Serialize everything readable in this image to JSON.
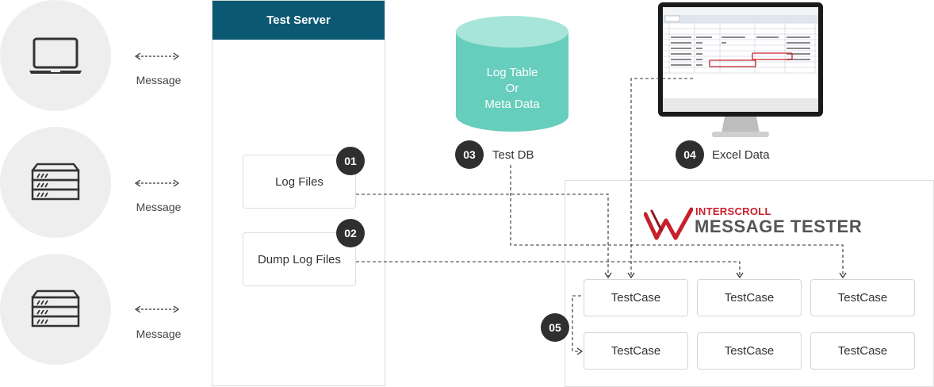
{
  "clients": [
    {
      "icon": "laptop-icon",
      "message_label": "Message"
    },
    {
      "icon": "server-rack-icon",
      "message_label": "Message"
    },
    {
      "icon": "server-rack-icon",
      "message_label": "Message"
    }
  ],
  "test_server": {
    "title": "Test Server",
    "files": [
      {
        "label": "Log Files",
        "badge": "01"
      },
      {
        "label": "Dump Log Files",
        "badge": "02"
      }
    ]
  },
  "test_db": {
    "lines": [
      "Log Table",
      "Or",
      "Meta Data"
    ],
    "badge": "03",
    "caption": "Test DB"
  },
  "excel": {
    "badge": "04",
    "caption": "Excel Data"
  },
  "tester": {
    "brand": "INTERSCROLL",
    "product": "MESSAGE TESTER",
    "badge": "05",
    "testcases": [
      "TestCase",
      "TestCase",
      "TestCase",
      "TestCase",
      "TestCase",
      "TestCase"
    ]
  },
  "colors": {
    "server_header": "#0b5873",
    "db_teal": "#67cdbc",
    "db_top": "#a7e4da",
    "badge": "#2f2f2f",
    "brand_red": "#c8202a"
  }
}
